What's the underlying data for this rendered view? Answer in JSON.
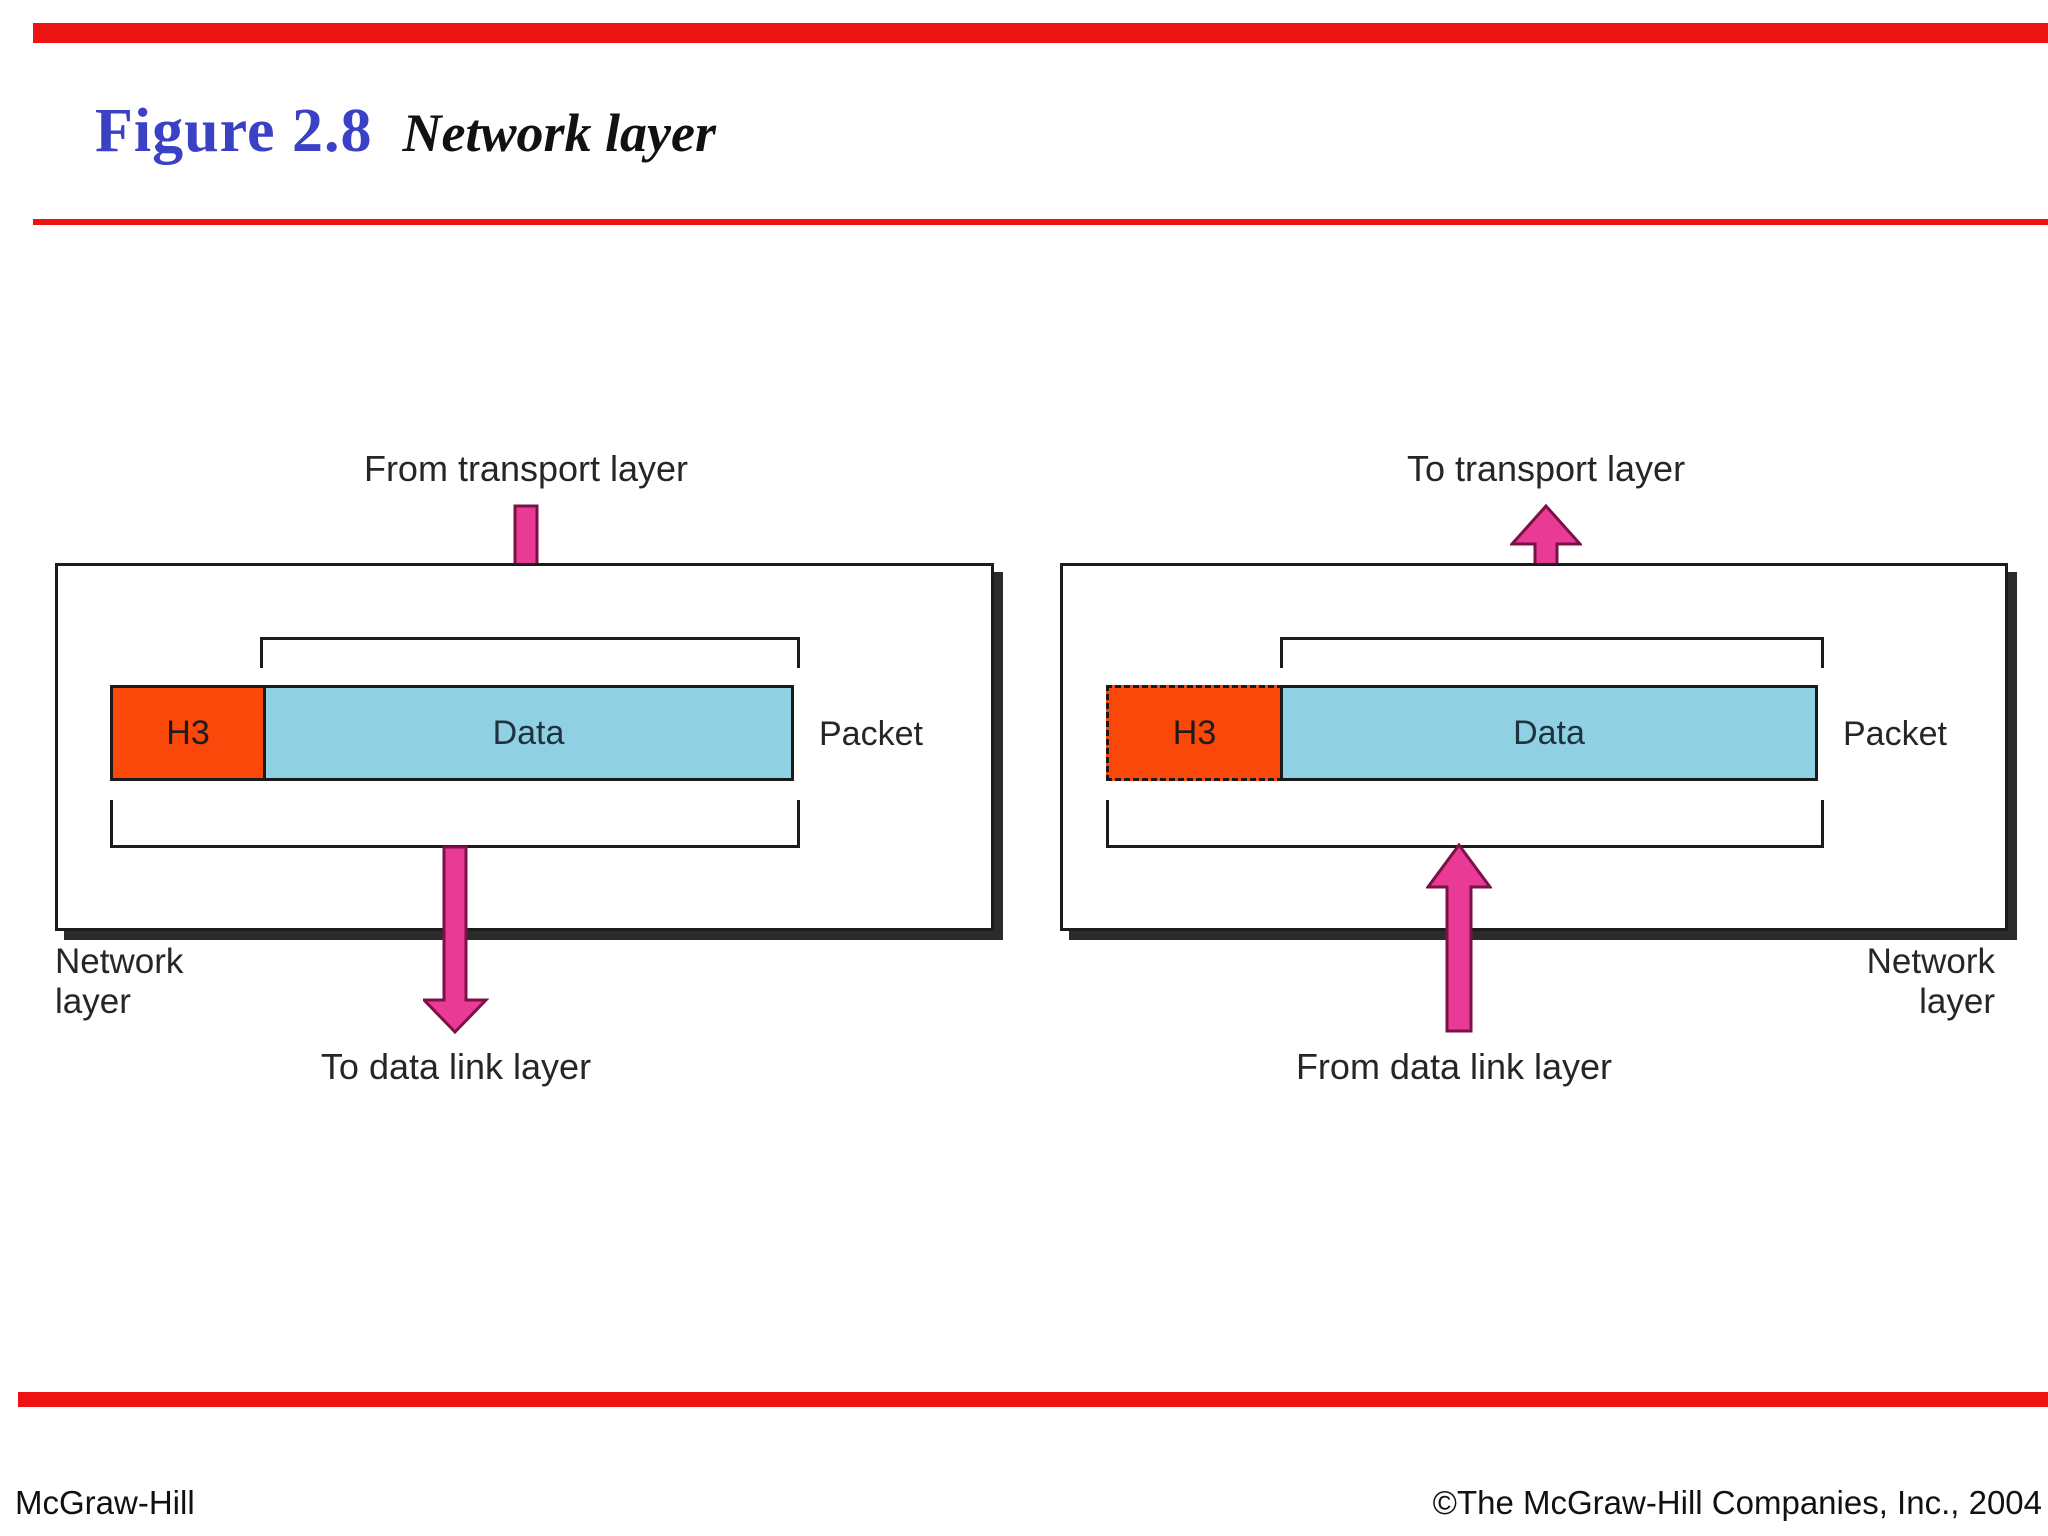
{
  "slide": {
    "figure_label": "Figure 2.8",
    "figure_title": "Network layer"
  },
  "left_panel": {
    "top_label": "From transport layer",
    "bottom_label": "To data link layer",
    "layer_label": "Network layer",
    "header_label": "H3",
    "data_label": "Data",
    "packet_label": "Packet"
  },
  "right_panel": {
    "top_label": "To transport layer",
    "bottom_label": "From data link layer",
    "layer_label": "Network layer",
    "header_label": "H3",
    "data_label": "Data",
    "packet_label": "Packet"
  },
  "footer": {
    "left": "McGraw-Hill",
    "right": "©The McGraw-Hill Companies, Inc., 2004"
  },
  "colors": {
    "accent_red": "#ee1313",
    "title_blue": "#3b41c5",
    "header_orange": "#fa470a",
    "data_blue": "#8fd0e2",
    "arrow_pink": "#e93a95",
    "line_black": "#1c1c1c"
  }
}
